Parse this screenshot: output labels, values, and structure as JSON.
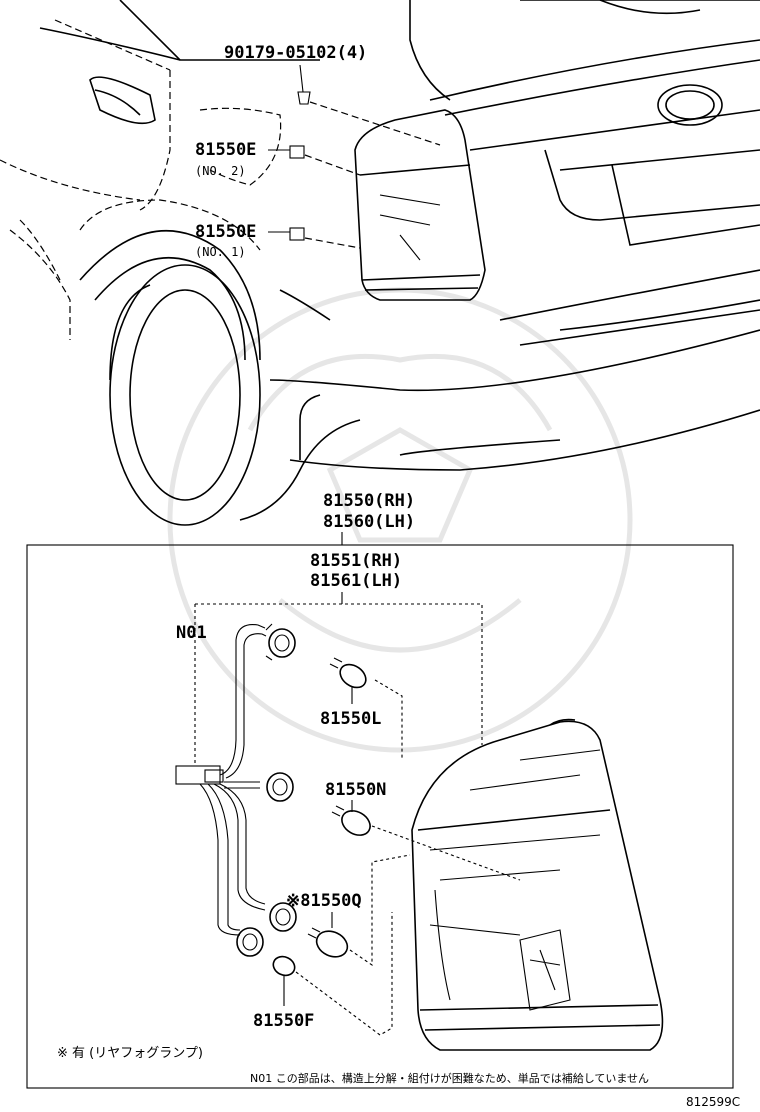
{
  "parts": {
    "bolt": "90179-05102(4)",
    "socket_no2": "81550E",
    "socket_no2_sub": "(NO. 2)",
    "socket_no1": "81550E",
    "socket_no1_sub": "(NO. 1)",
    "assembly_rh": "81550(RH)",
    "assembly_lh": "81560(LH)",
    "lens_rh": "81551(RH)",
    "lens_lh": "81561(LH)",
    "n01": "N01",
    "bulb_l": "81550L",
    "bulb_n": "81550N",
    "bulb_q": "※81550Q",
    "bulb_f": "81550F"
  },
  "notes": {
    "fog_note": "※ 有 (リヤフォグランプ)",
    "n01_note": "N01 この部品は、構造上分解・組付けが困難なため、単品では補給していません"
  },
  "illustration_id": "812599C"
}
